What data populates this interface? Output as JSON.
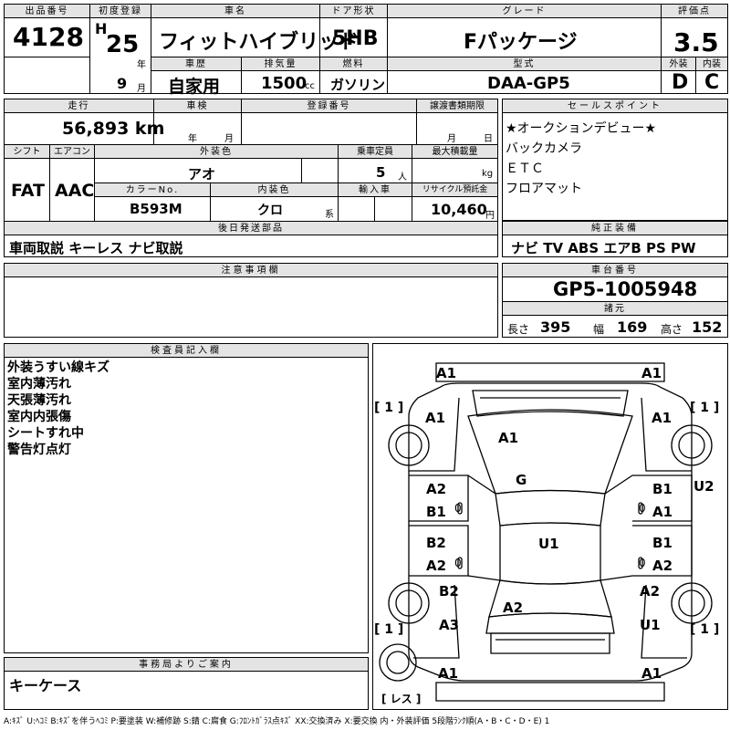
{
  "header": {
    "lot_label": "出品番号",
    "lot_no": "4128",
    "first_reg_label": "初度登録",
    "era": "H",
    "year": "25",
    "year_unit": "年",
    "month": "9",
    "month_unit": "月",
    "model_label": "車名",
    "model": "フィットハイブリッド",
    "doors_label": "ドア形状",
    "doors": "5HB",
    "grade_label": "グレード",
    "grade": "Fパッケージ",
    "score_label": "評価点",
    "score": "3.5",
    "ext_label": "外装",
    "ext": "D",
    "int_label": "内装",
    "int": "C",
    "history_label": "車歴",
    "history": "自家用",
    "disp_label": "排気量",
    "disp": "1500",
    "disp_unit": "cc",
    "fuel_label": "燃料",
    "fuel": "ガソリン",
    "type_label": "型式",
    "type": "DAA-GP5"
  },
  "row2": {
    "mileage_label": "走行",
    "mileage": "56,893 km",
    "inspection_label": "車検",
    "insp_year": "年",
    "insp_month": "月",
    "regno_label": "登録番号",
    "transfer_label": "譲渡書類期限",
    "tr_month": "月",
    "tr_day": "日",
    "shift_label": "シフト",
    "shift": "FAT",
    "ac_label": "エアコン",
    "ac": "AAC",
    "color_label": "外装色",
    "color": "アオ",
    "capacity_label": "乗車定員",
    "capacity": "5",
    "capacity_unit": "人",
    "load_label": "最大積載量",
    "load_unit": "kg",
    "colorno_label": "カラーNo.",
    "colorno": "B593M",
    "intcolor_label": "内装色",
    "intcolor": "クロ",
    "intcolor_unit": "系",
    "import_label": "輸入車",
    "recycle_label": "リサイクル預託金",
    "recycle": "10,460",
    "recycle_unit": "円",
    "later_label": "後日発送部品",
    "later": "車両取説 キーレス ナビ取説"
  },
  "sales": {
    "label": "セールスポイント",
    "items": [
      "★オークションデビュー★",
      "バックカメラ",
      "ＥＴＣ",
      "フロアマット"
    ]
  },
  "equipment": {
    "label": "純正装備",
    "value": "ナビ TV ABS エアB PS PW"
  },
  "notes": {
    "label": "注意事項欄"
  },
  "chassis": {
    "label": "車台番号",
    "value": "GP5-1005948",
    "dims_label": "諸元",
    "length_label": "長さ",
    "length": "395",
    "width_label": "幅",
    "width": "169",
    "height_label": "高さ",
    "height": "152"
  },
  "inspector": {
    "label": "検査員記入欄",
    "items": [
      "外装うすい線キズ",
      "室内薄汚れ",
      "天張薄汚れ",
      "室内内張傷",
      "シートすれ中",
      "警告灯点灯"
    ]
  },
  "office": {
    "label": "事務局よりご案内",
    "value": "キーケース"
  },
  "diagram": {
    "marks": [
      "A1",
      "A1",
      "A1",
      "A1",
      "A1",
      "G",
      "A2",
      "B1",
      "B1",
      "A1",
      "U2",
      "B2",
      "U1",
      "B1",
      "A2",
      "A2",
      "B2",
      "A2",
      "A2",
      "A3",
      "U1",
      "A1",
      "A1"
    ],
    "tires": [
      "[ 1 ]",
      "[ 1 ]",
      "[ 1 ]",
      "[ 1 ]",
      "[ レス ]"
    ],
    "small": [
      "0",
      "0",
      "0",
      "0"
    ]
  },
  "legend": "A:ｷｽﾞ U:ﾍｺﾐ B:ｷｽﾞを伴うﾍｺﾐ P:要塗装 W:補修跡 S:錆 C:腐食 G:ﾌﾛﾝﾄｶﾞﾗｽ点ｷｽﾞ XX:交換済み X:要交換 内・外装評価 5段階ﾗﾝｸ順(A・B・C・D・E) 1"
}
